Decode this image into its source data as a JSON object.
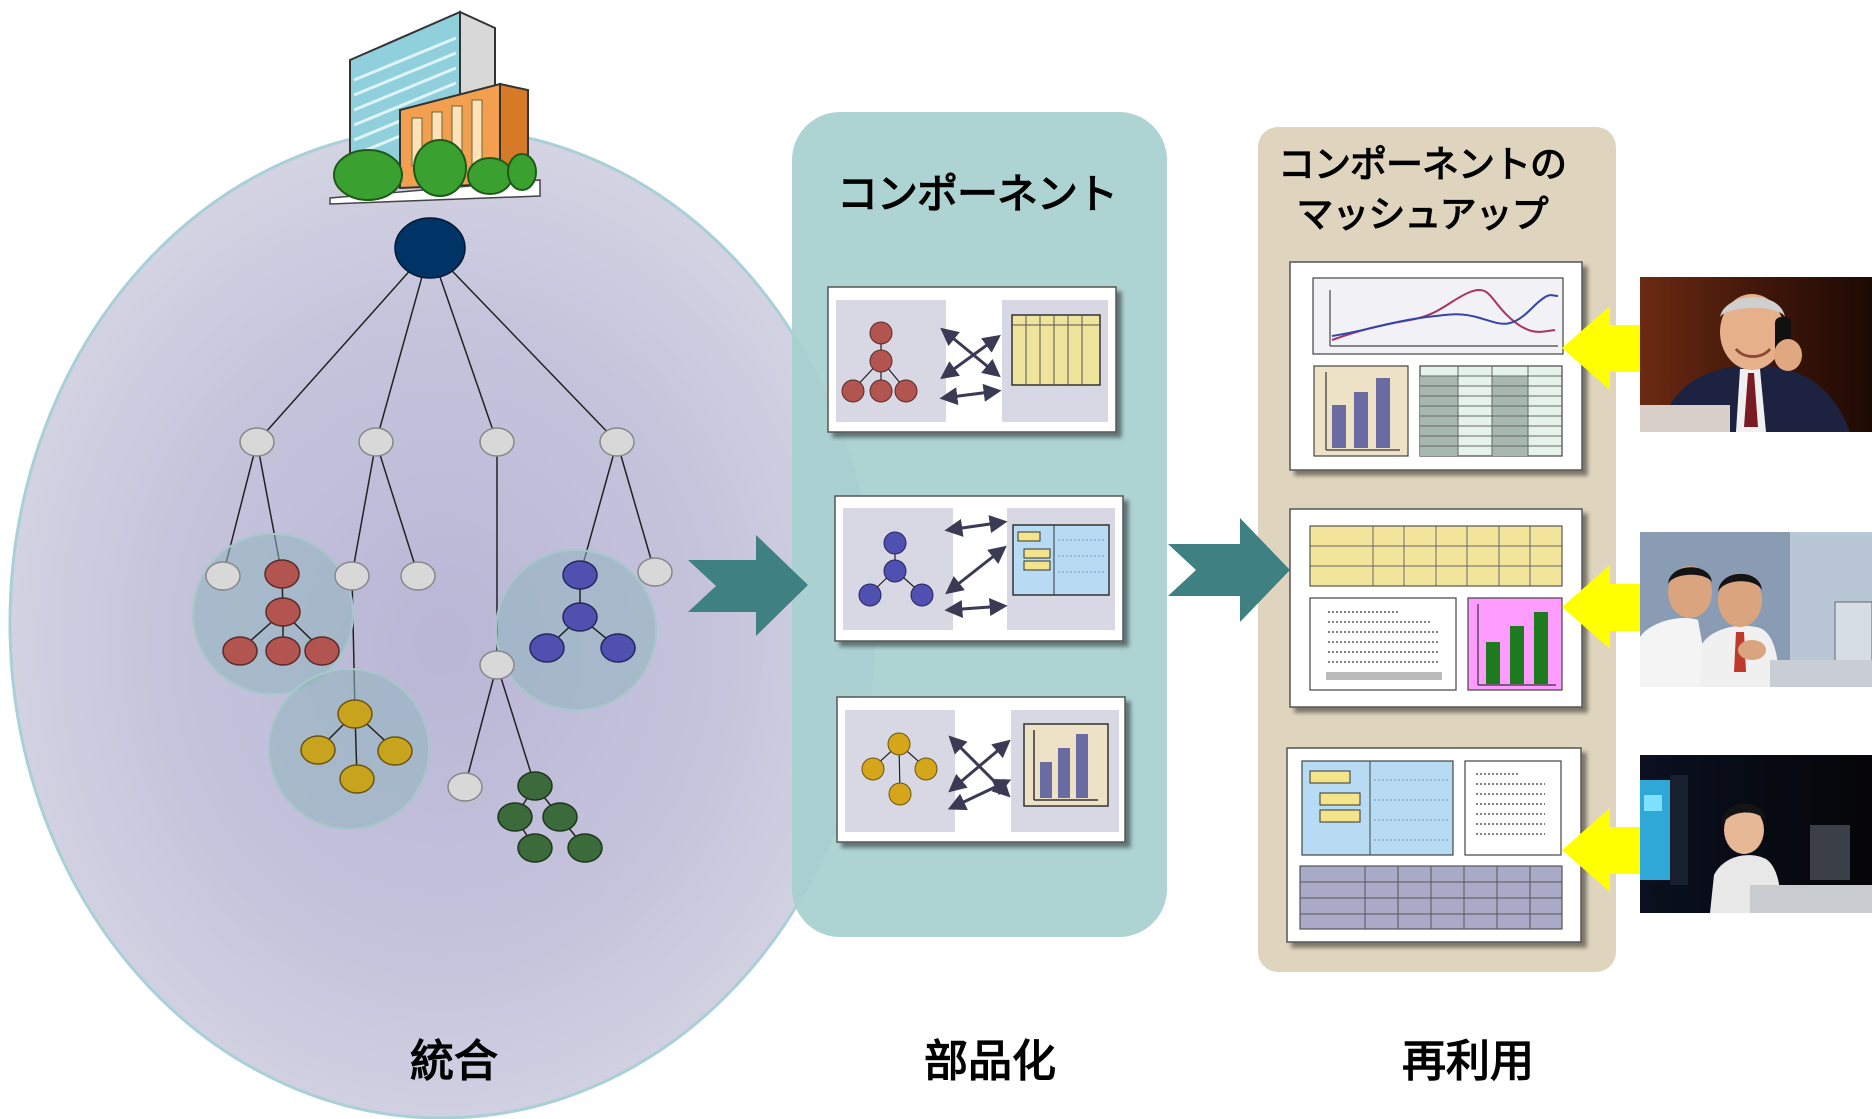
{
  "labels": {
    "component": "コンポーネント",
    "mashup_line1": "コンポーネントの",
    "mashup_line2": "マッシュアップ",
    "stage_integrate": "統合",
    "stage_componentize": "部品化",
    "stage_reuse": "再利用"
  },
  "icons": [
    "building-icon",
    "arrow-right-icon",
    "arrow-left-icon",
    "person-photo"
  ],
  "colors": {
    "big_circle": "#cfcfdf",
    "component_panel": "#a8d0d0",
    "mashup_panel": "#dfd5be",
    "teal_arrow": "#3f8082",
    "yellow_arrow": "#ffff00",
    "root_node": "#003366",
    "red_tree": "#b2544f",
    "blue_tree": "#5050b0",
    "yellow_tree": "#c8a41e",
    "green_tree": "#3b6a3b",
    "grey_node": "#d8d8d8"
  }
}
